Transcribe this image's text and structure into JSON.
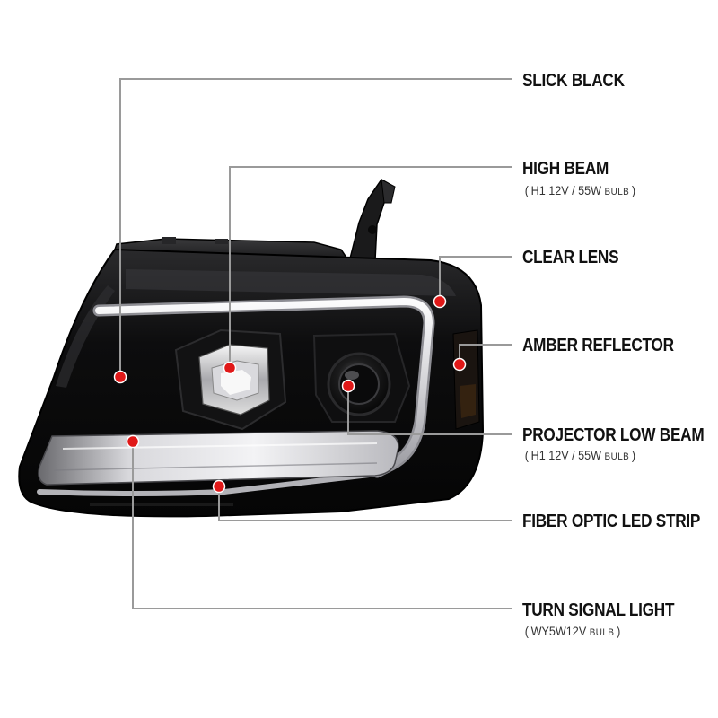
{
  "callouts": [
    {
      "label": "SLICK BLACK"
    },
    {
      "label": "HIGH BEAM",
      "spec_main": "H1  12V / 55W",
      "spec_unit": "BULB"
    },
    {
      "label": "CLEAR LENS"
    },
    {
      "label": "AMBER REFLECTOR"
    },
    {
      "label": "PROJECTOR LOW BEAM",
      "spec_main": "H1  12V / 55W",
      "spec_unit": "BULB"
    },
    {
      "label": "FIBER OPTIC LED STRIP"
    },
    {
      "label": "TURN SIGNAL LIGHT",
      "spec_main": "WY5W12V",
      "spec_unit": "BULB"
    }
  ],
  "colors": {
    "marker": "#e01818",
    "leader_line": "#9a9a9a",
    "housing": "#0b0b0c",
    "led_strip": "#e8e8ea"
  },
  "icons": [
    "marker-dot-icon"
  ]
}
